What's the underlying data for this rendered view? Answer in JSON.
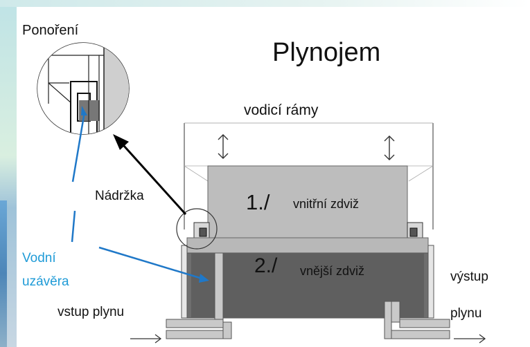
{
  "diagram": {
    "title": "Plynojem",
    "inset_label": "Ponoření",
    "frames_label": "vodicí rámy",
    "tank_label": "Nádržka",
    "inner_lift": {
      "number": "1./",
      "label": "vnitřní zdviž"
    },
    "outer_lift": {
      "number": "2./",
      "label": "vnější zdviž"
    },
    "water_seal_label": {
      "line1": "Vodní",
      "line2": "uzávěra"
    },
    "gas_out_label": {
      "line1": "výstup",
      "line2": "plynu"
    },
    "gas_in_label": "vstup plynu"
  },
  "colors": {
    "inner_lift_fill": "#bdbdbd",
    "outer_lift_fill": "#6e6e6e",
    "water_fill": "#5f5f5f",
    "lid_fill": "#b8b8b8",
    "pipe_fill": "#c9c9c9",
    "inset_fill": "#cfcfcf",
    "accent_blue": "#1f9bd7"
  }
}
